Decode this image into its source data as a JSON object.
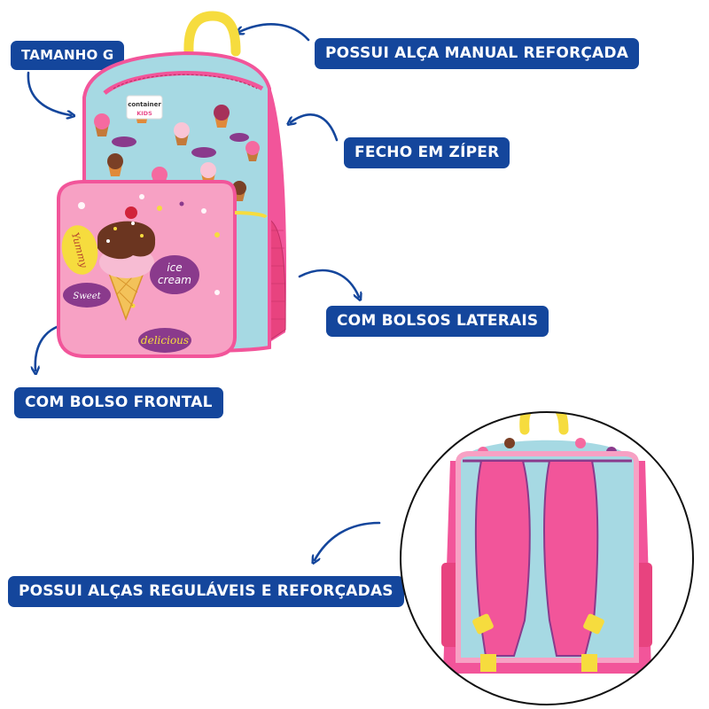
{
  "labels": {
    "size": "TAMANHO G",
    "handle": "POSSUI ALÇA MANUAL REFORÇADA",
    "zipper": "FECHO EM ZÍPER",
    "side_pockets": "COM BOLSOS LATERAIS",
    "front_pocket": "COM BOLSO FRONTAL",
    "straps": "POSSUI ALÇAS REGULÁVEIS E REFORÇADAS"
  },
  "product": {
    "brand": "container",
    "brand_sub": "KIDS",
    "words": {
      "yummy": "Yummy",
      "ice": "ice",
      "cream": "cream",
      "sweet": "Sweet",
      "delicious": "delicious"
    }
  },
  "colors": {
    "label_bg": "#14469c",
    "label_text": "#ffffff",
    "arrow": "#14469c",
    "pink": "#f0508e",
    "light_pink": "#f7a1c4",
    "sky": "#a6d9e3",
    "yellow": "#f6dc3e",
    "purple": "#8a3a8c"
  }
}
